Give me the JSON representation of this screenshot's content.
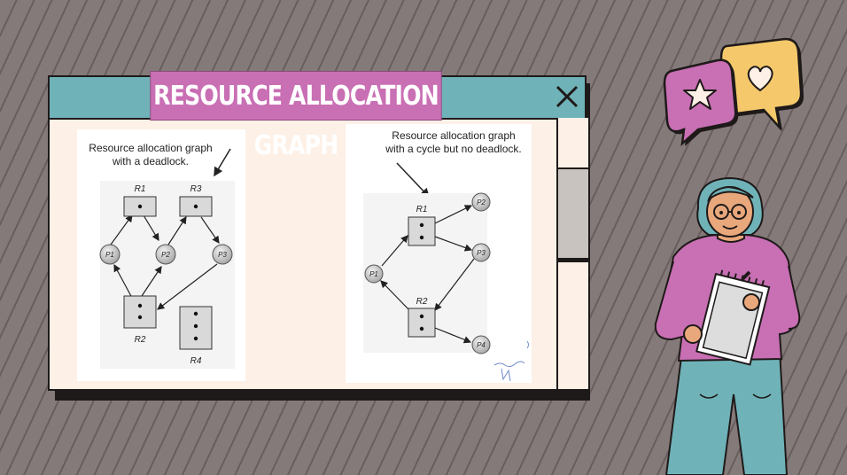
{
  "title": "RESOURCE ALLOCATION GRAPH",
  "left_figure": {
    "caption_line1": "Resource allocation graph",
    "caption_line2": "with a deadlock.",
    "resources": [
      "R1",
      "R2",
      "R3",
      "R4"
    ],
    "processes": [
      "P1",
      "P2",
      "P3"
    ],
    "edges": [
      {
        "from": "R1",
        "to": "P2"
      },
      {
        "from": "P1",
        "to": "R1"
      },
      {
        "from": "P2",
        "to": "R3"
      },
      {
        "from": "R3",
        "to": "P3"
      },
      {
        "from": "P3",
        "to": "R2"
      },
      {
        "from": "R2",
        "to": "P1"
      },
      {
        "from": "R2",
        "to": "P2"
      }
    ]
  },
  "right_figure": {
    "caption_line1": "Resource allocation graph",
    "caption_line2": "with a cycle but no deadlock.",
    "resources": [
      "R1",
      "R2"
    ],
    "processes": [
      "P1",
      "P2",
      "P3",
      "P4"
    ],
    "edges": [
      {
        "from": "R1",
        "to": "P2"
      },
      {
        "from": "R1",
        "to": "P3"
      },
      {
        "from": "P1",
        "to": "R1"
      },
      {
        "from": "R2",
        "to": "P1"
      },
      {
        "from": "R2",
        "to": "P4"
      },
      {
        "from": "P3",
        "to": "R2"
      }
    ]
  },
  "colors": {
    "background": "#857a7a",
    "titlebar": "#6fb3b8",
    "window_body": "#fdf0e6",
    "title_banner": "#c96fb4",
    "bubble_pink": "#c96fb4",
    "bubble_yellow": "#f5c96b"
  },
  "icons": [
    "close-icon",
    "star-icon",
    "heart-icon"
  ]
}
